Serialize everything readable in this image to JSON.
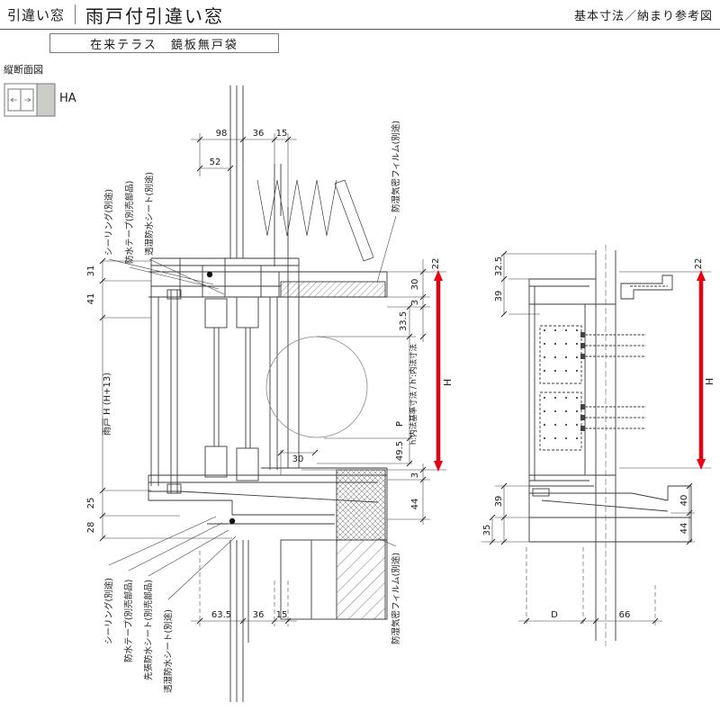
{
  "header": {
    "category": "引違い窓",
    "title": "雨戸付引違い窓",
    "note": "基本寸法／納まり参考図",
    "spec_box": "在来テラス　鏡板無戸袋"
  },
  "sidebar": {
    "section_label": "縦断面図",
    "variant_code": "HA"
  },
  "section": {
    "notes_top": [
      "シーリング(別途)",
      "防水テープ(別売部品)",
      "透湿防水シート(別途)",
      "防湿気密フィルム(別途)"
    ],
    "dims_top": [
      "98",
      "36",
      "15"
    ],
    "dim_52": "52",
    "dims_left": [
      "31",
      "41",
      "25",
      "28"
    ],
    "shutter_label": "雨戸 H (H+13)",
    "dims_right": [
      "22",
      "30",
      "3",
      "33.5",
      "49.5",
      "3",
      "44"
    ],
    "inner_height_label": "h:内法基準寸法 / h':内法寸法",
    "height_label": "H",
    "p_label": "P",
    "dim_inner_30": "30",
    "dims_bottom": [
      "63.5",
      "36",
      "15"
    ],
    "notes_bottom": [
      "シーリング(別途)",
      "防水テープ(別売部品)",
      "先張防水シート(別売部品)",
      "透湿防水シート(別途)",
      "防湿気密フィルム(別途)"
    ]
  },
  "plan": {
    "dims_top_left": [
      "32.5",
      "39"
    ],
    "dim_top_right": "22",
    "height_label": "H",
    "dims_bottom_left": [
      "39",
      "35"
    ],
    "dims_bottom_right": [
      "40",
      "44"
    ],
    "dims_bottom": [
      "D",
      "66"
    ]
  },
  "colors": {
    "accent": "#e60012",
    "line": "#3a3a3a"
  }
}
